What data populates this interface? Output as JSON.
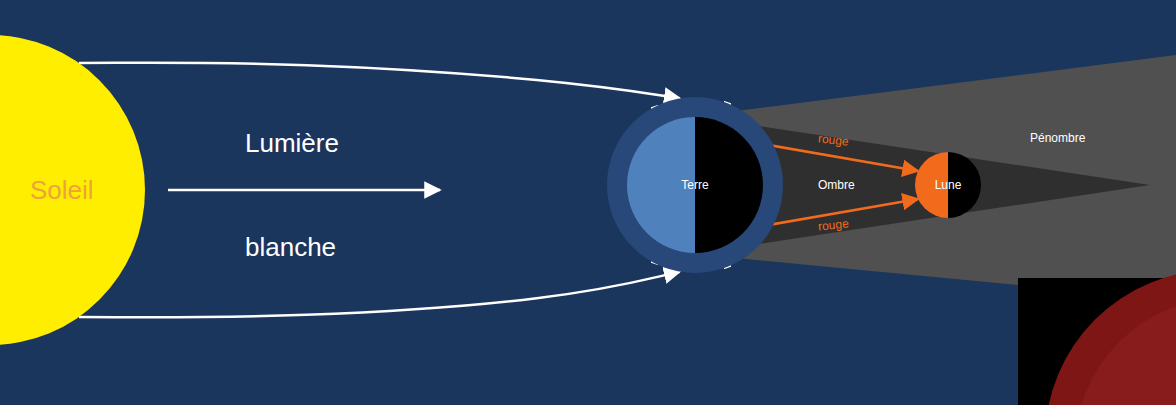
{
  "diagram": {
    "nodes": [
      {
        "text": [
          "Soleil"
        ]
      },
      {
        "text": [
          "Terre"
        ]
      },
      {
        "text": [
          "Lune"
        ]
      }
    ],
    "edges": [
      {
        "from": 0,
        "to": 1,
        "arrow": "to"
      },
      {
        "from": 0,
        "to": 1,
        "arrow": "to"
      },
      {
        "from": 1,
        "to": 2,
        "label": "rouge",
        "arrow": "to"
      },
      {
        "from": 1,
        "to": 2,
        "label": "rouge",
        "arrow": "to"
      }
    ],
    "labels": [
      "Lumière",
      "blanche",
      "Ombre",
      "Pénombre"
    ]
  }
}
